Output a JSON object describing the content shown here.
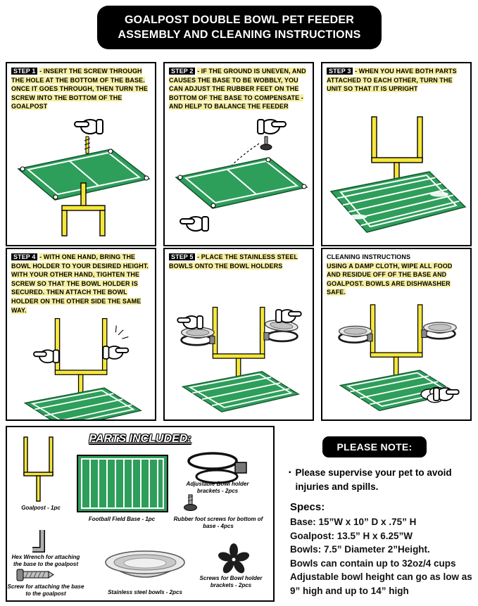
{
  "title": {
    "line1": "GOALPOST DOUBLE BOWL PET FEEDER",
    "line2": "ASSEMBLY AND CLEANING INSTRUCTIONS"
  },
  "steps": [
    {
      "label": "STEP 1",
      "text": "- INSERT THE SCREW THROUGH THE HOLE AT THE BOTTOM OF THE BASE. ONCE IT GOES THROUGH, THEN TURN THE SCREW INTO THE BOTTOM OF THE GOALPOST"
    },
    {
      "label": "STEP 2",
      "text": "- IF THE GROUND IS UNEVEN, AND CAUSES THE BASE TO BE WOBBLY, YOU CAN ADJUST THE RUBBER FEET ON THE BOTTOM OF THE BASE TO COMPENSATE - AND HELP TO BALANCE THE FEEDER"
    },
    {
      "label": "STEP 3",
      "text": "- WHEN YOU HAVE BOTH PARTS ATTACHED TO EACH OTHER, TURN THE UNIT SO THAT IT IS UPRIGHT"
    },
    {
      "label": "STEP 4",
      "text": "- WITH ONE HAND, BRING THE BOWL HOLDER TO YOUR DESIRED HEIGHT. WITH YOUR OTHER HAND, TIGHTEN THE SCREW SO THAT THE BOWL HOLDER IS SECURED. THEN ATTACH THE BOWL HOLDER ON THE OTHER SIDE THE SAME WAY."
    },
    {
      "label": "STEP 5",
      "text": "- PLACE THE STAINLESS STEEL BOWLS ONTO THE BOWL HOLDERS"
    },
    {
      "label": "CLEANING INSTRUCTIONS",
      "text": "USING A DAMP CLOTH, WIPE ALL FOOD AND RESIDUE OFF OF THE BASE AND GOALPOST. BOWLS ARE DISHWASHER SAFE."
    }
  ],
  "parts": {
    "title": "PARTS INCLUDED:",
    "items": [
      {
        "label": "Goalpost - 1pc"
      },
      {
        "label": "Football Field Base - 1pc"
      },
      {
        "label": "Adjustable Bowl holder brackets - 2pcs"
      },
      {
        "label": "Rubber foot screws for bottom of base - 4pcs"
      },
      {
        "label": "Hex Wrench for attaching the base to the goalpost"
      },
      {
        "label": "Screw for attaching the base to the goalpost"
      },
      {
        "label": "Stainless steel bowls - 2pcs"
      },
      {
        "label": "Screws for Bowl holder brackets - 2pcs"
      }
    ]
  },
  "note": {
    "title": "PLEASE NOTE:",
    "bullet": "Please supervise your pet to avoid injuries and spills.",
    "specs_title": "Specs:",
    "specs": [
      "Base: 15”W x 10” D x .75” H",
      "Goalpost: 13.5” H x 6.25”W",
      "Bowls: 7.5” Diameter 2”Height.",
      "Bowls can contain up to 32oz/4 cups",
      "Adjustable bowl height can go as low as 9” high and up to 14” high"
    ]
  },
  "colors": {
    "field_green": "#2e9e5b",
    "goalpost_yellow": "#f5e73b",
    "highlight_yellow": "#f7ef9f",
    "banner_black": "#000000"
  }
}
